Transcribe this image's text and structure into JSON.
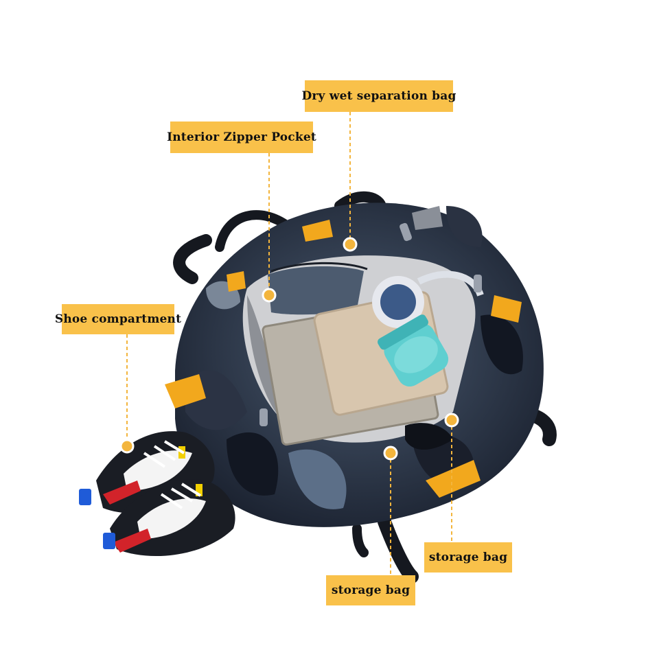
{
  "callouts": {
    "dry_wet": "Dry wet separation bag",
    "interior_pocket": "Interior Zipper Pocket",
    "shoe": "Shoe compartment",
    "storage_right": "storage bag",
    "storage_bottom": "storage bag"
  },
  "colors": {
    "label_bg": "#f9c14a",
    "bag_dark": "#1d2330",
    "bag_blue": "#3b4e66",
    "accent_yellow": "#f2a81d",
    "leader_line": "#f3b53d",
    "bottle": "#5fcfd0"
  }
}
